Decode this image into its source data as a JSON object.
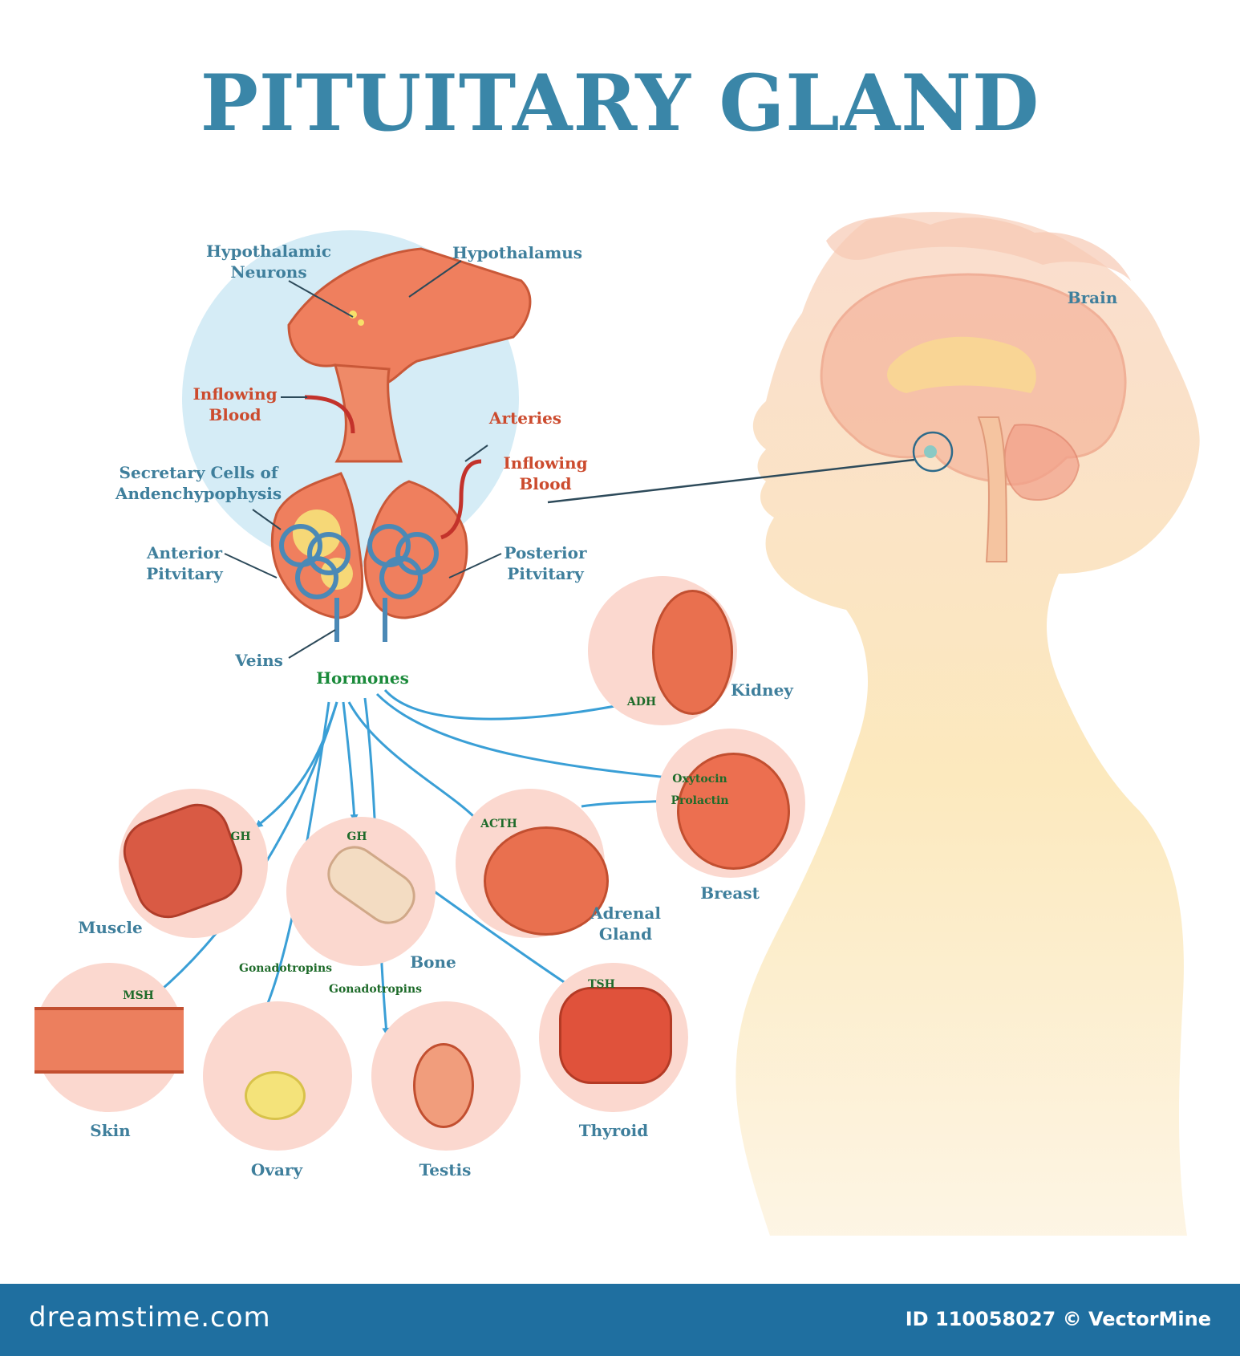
{
  "title": "PITUITARY GLAND",
  "colors": {
    "title": "#3a86a8",
    "label": "#3f7f9c",
    "blood_label": "#cc4b2e",
    "hormone_label": "#1a8a3a",
    "arrow": "#3a9fd6",
    "footer": "#1f6fa0"
  },
  "gland_labels": {
    "hypothalamic_neurons": "Hypothalamic\nNeurons",
    "hypothalamus": "Hypothalamus",
    "inflowing_blood_left": "Inflowing\nBlood",
    "arteries": "Arteries",
    "inflowing_blood_right": "Inflowing\nBlood",
    "secretary_cells": "Secretary Cells of\nAndenchypophysis",
    "anterior_pituitary": "Anterior\nPitvitary",
    "posterior_pituitary": "Posterior\nPitvitary",
    "veins": "Veins",
    "hormones": "Hormones"
  },
  "body_labels": {
    "brain": "Brain"
  },
  "organs": {
    "kidney": "Kidney",
    "breast": "Breast",
    "adrenal_gland": "Adrenal\nGland",
    "muscle": "Muscle",
    "bone": "Bone",
    "skin": "Skin",
    "ovary": "Ovary",
    "testis": "Testis",
    "thyroid": "Thyroid"
  },
  "hormone_tags": {
    "adh": "ADH",
    "oxytocin": "Oxytocin",
    "prolactin": "Prolactin",
    "acth": "ACTH",
    "gh_muscle": "GH",
    "gh_bone": "GH",
    "msh": "MSH",
    "gonadotropins_ovary": "Gonadotropins",
    "gonadotropins_testis": "Gonadotropins",
    "tsh": "TSH"
  },
  "footer": {
    "watermark": "dreamstime.com",
    "credit": "ID 110058027 © VectorMine"
  }
}
